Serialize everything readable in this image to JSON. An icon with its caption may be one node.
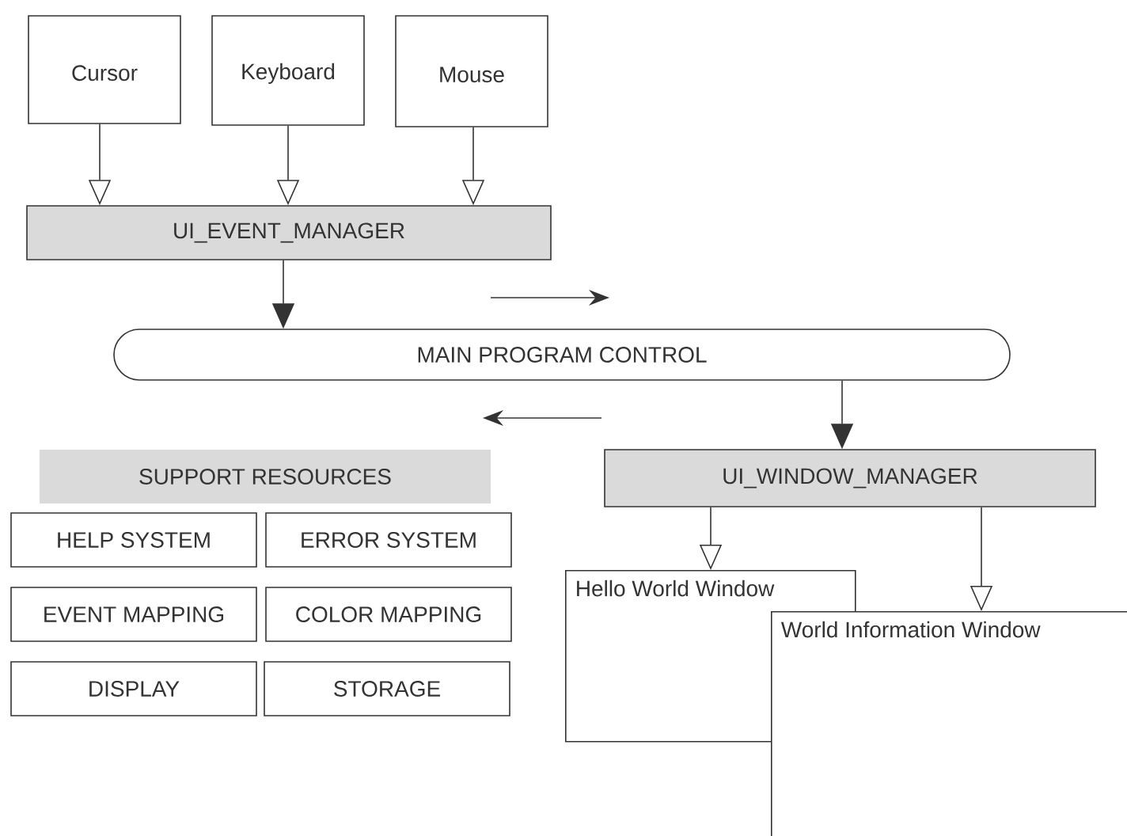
{
  "diagram": {
    "nodes": [
      {
        "text": [
          "Cursor"
        ]
      },
      {
        "text": [
          "Keyboard"
        ]
      },
      {
        "text": [
          "Mouse"
        ]
      },
      {
        "text": [
          "UI_EVENT_MANAGER"
        ]
      },
      {
        "text": [
          "MAIN PROGRAM CONTROL"
        ]
      },
      {
        "text": [
          "UI_WINDOW_MANAGER"
        ]
      },
      {
        "text": [
          "Hello World Window"
        ]
      },
      {
        "text": [
          "World Information Window"
        ]
      },
      {
        "text": [
          "SUPPORT RESOURCES"
        ]
      },
      {
        "text": [
          "HELP SYSTEM"
        ]
      },
      {
        "text": [
          "ERROR SYSTEM"
        ]
      },
      {
        "text": [
          "EVENT MAPPING"
        ]
      },
      {
        "text": [
          "COLOR MAPPING"
        ]
      },
      {
        "text": [
          "DISPLAY"
        ]
      },
      {
        "text": [
          "STORAGE"
        ]
      }
    ],
    "edges": [
      {
        "from": 0,
        "to": 3,
        "arrow": "to"
      },
      {
        "from": 1,
        "to": 3,
        "arrow": "to"
      },
      {
        "from": 2,
        "to": 3,
        "arrow": "to"
      },
      {
        "from": 3,
        "to": 4,
        "arrow": "to"
      },
      {
        "from": 4,
        "to": 5,
        "arrow": "to"
      },
      {
        "from": 5,
        "to": 6,
        "arrow": "to"
      },
      {
        "from": 5,
        "to": 7,
        "arrow": "to"
      }
    ]
  }
}
